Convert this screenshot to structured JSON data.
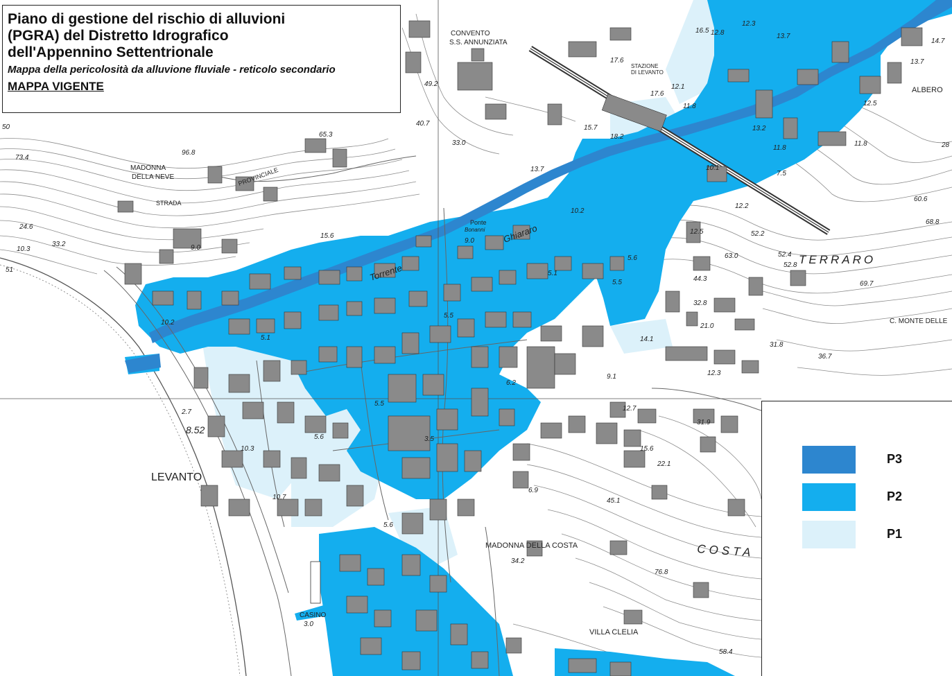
{
  "title": {
    "line1": "Piano di gestione del rischio di alluvioni",
    "line2": "(PGRA) del Distretto Idrografico",
    "line3": "dell'Appennino Settentrionale",
    "subtitle": "Mappa della pericolosità da alluvione fluviale - reticolo secondario",
    "status": "MAPPA VIGENTE"
  },
  "legend": [
    {
      "label": "P3",
      "color": "#2d86cf"
    },
    {
      "label": "P2",
      "color": "#14aeee"
    },
    {
      "label": "P1",
      "color": "#dcf1fa"
    }
  ],
  "colors": {
    "P3": "#2d86cf",
    "P2": "#14aeee",
    "P1": "#dcf1fa",
    "buildings": "#8a8a8a",
    "contours": "#8c8c8c"
  },
  "place_labels": {
    "levanto": "LEVANTO",
    "terraro": "TERRARO",
    "costa": "COSTA",
    "madonna_della_costa": "MADONNA DELLA COSTA",
    "villa_clelia": "VILLA CLELIA",
    "casino": "CASINO",
    "madonna": "MADONNA",
    "della_neve": "DELLA NEVE",
    "strada": "STRADA",
    "provinciale": "PROVINCIALE",
    "convento": "CONVENTO",
    "ss_annunziata": "S.S. ANNUNZIATA",
    "stazione": "STAZIONE",
    "di_levanto": "DI LEVANTO",
    "albero": "ALBERO",
    "monte_delle": "C. MONTE DELLE",
    "ponte": "Ponte",
    "bonanni": "Bonanni",
    "torrente": "Torrente",
    "ghiararo": "Ghiararo"
  },
  "elevations": {
    "e1": "96.8",
    "e2": "73.4",
    "e3": "65.3",
    "e4": "24.6",
    "e5": "33.2",
    "e6": "10.3",
    "e7": "9.0",
    "e8": "15.6",
    "e9": "2.7",
    "e10": "8.52",
    "e11": "10.3",
    "e12": "5.6",
    "e13": "10.7",
    "e14": "3.5",
    "e15": "6.9",
    "e16": "5.6",
    "e17": "3.0",
    "e18": "34.2",
    "e19": "76.8",
    "e20": "58.4",
    "e21": "45.1",
    "e22": "22.1",
    "e23": "15.6",
    "e24": "12.7",
    "e25": "9.1",
    "e26": "14.1",
    "e27": "12.3",
    "e28": "31.8",
    "e29": "36.7",
    "e30": "21.0",
    "e31": "32.8",
    "e32": "44.3",
    "e33": "63.0",
    "e34": "52.4",
    "e35": "52.2",
    "e36": "52.8",
    "e37": "69.7",
    "e38": "12.5",
    "e39": "12.2",
    "e40": "10.1",
    "e41": "60.6",
    "e42": "68.8",
    "e43": "18.2",
    "e44": "15.7",
    "e45": "13.7",
    "e46": "33.0",
    "e47": "40.7",
    "e48": "49.2",
    "e49": "17.6",
    "e50": "17.6",
    "e51": "12.1",
    "e52": "11.8",
    "e53": "16.5",
    "e54": "12.8",
    "e55": "12.3",
    "e56": "13.7",
    "e57": "14.7",
    "e58": "13.7",
    "e59": "12.5",
    "e60": "11.8",
    "e61": "11.8",
    "e62": "7.5",
    "e63": "13.2",
    "e64": "10.2",
    "e65": "5.6",
    "e66": "5.5",
    "e67": "5.1",
    "e68": "5.5",
    "e69": "6.2",
    "e70": "10.2",
    "e71": "5.1",
    "e72": "9.0",
    "e73": "5.5",
    "e74": "31.9",
    "e75": "28",
    "e76": "50",
    "e77": "51"
  }
}
